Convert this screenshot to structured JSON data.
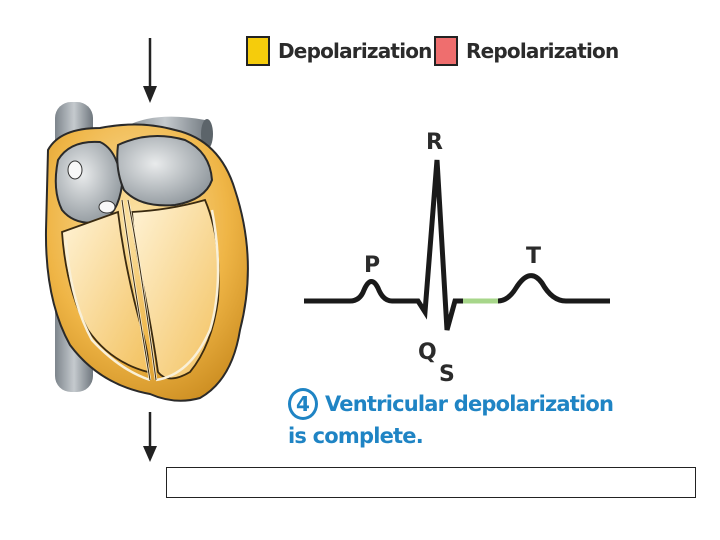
{
  "legend": {
    "depolarization": {
      "label": "Depolarization",
      "color": "#f5cc0c"
    },
    "repolarization": {
      "label": "Repolarization",
      "color": "#ef6e6e"
    }
  },
  "ecg": {
    "labels": {
      "p": "P",
      "q": "Q",
      "r": "R",
      "s": "S",
      "t": "T"
    },
    "line_color": "#1a1a1a",
    "segment_color": "#a7d68a"
  },
  "caption": {
    "step_number": "4",
    "line1": "Ventricular depolarization",
    "line2": "is complete."
  },
  "answer_box": {
    "value": ""
  }
}
